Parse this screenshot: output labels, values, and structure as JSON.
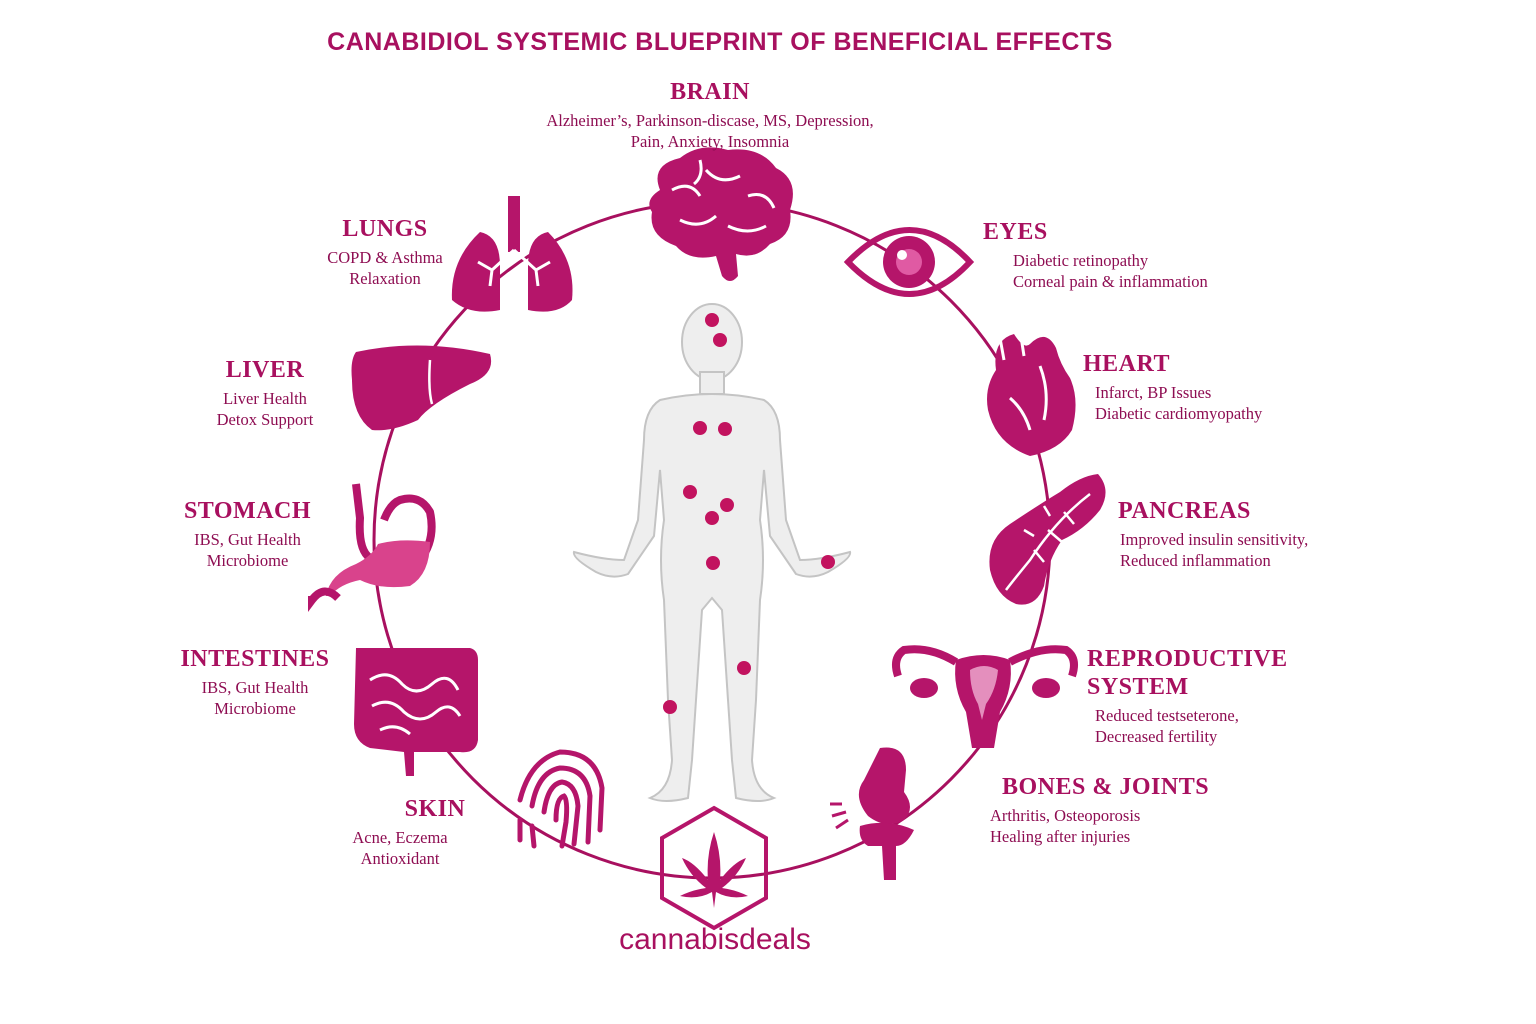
{
  "title": "CANABIDIOL SYSTEMIC BLUEPRINT OF BENEFICIAL EFFECTS",
  "brand": "cannabisdeals",
  "colors": {
    "accent": "#b5156a",
    "dark_accent": "#8e0d52",
    "light_accent": "#e05aa3",
    "body": "#eeeeee",
    "body_outline": "#c9c9c9"
  },
  "organs": {
    "brain": {
      "name": "BRAIN",
      "lines": [
        "Alzheimer’s, Parkinson-discase, MS, Depression,",
        "Pain, Anxiety, Insomnia"
      ],
      "icon": "brain-icon"
    },
    "lungs": {
      "name": "LUNGS",
      "lines": [
        "COPD & Asthma",
        "Relaxation"
      ],
      "icon": "lungs-icon"
    },
    "eyes": {
      "name": "EYES",
      "lines": [
        "Diabetic retinopathy",
        "Corneal pain & inflammation"
      ],
      "icon": "eye-icon"
    },
    "liver": {
      "name": "LIVER",
      "lines": [
        "Liver Health",
        "Detox Support"
      ],
      "icon": "liver-icon"
    },
    "heart": {
      "name": "HEART",
      "lines": [
        "Infarct, BP Issues",
        "Diabetic cardiomyopathy"
      ],
      "icon": "heart-icon"
    },
    "stomach": {
      "name": "STOMACH",
      "lines": [
        "IBS, Gut Health",
        "Microbiome"
      ],
      "icon": "stomach-icon"
    },
    "pancreas": {
      "name": "PANCREAS",
      "lines": [
        "Improved insulin sensitivity,",
        "Reduced inflammation"
      ],
      "icon": "pancreas-icon"
    },
    "intestines": {
      "name": "INTESTINES",
      "lines": [
        "IBS, Gut Health",
        "Microbiome"
      ],
      "icon": "intestines-icon"
    },
    "reproductive": {
      "name": "REPRODUCTIVE SYSTEM",
      "lines": [
        "Reduced testseterone,",
        "Decreased fertility"
      ],
      "icon": "uterus-icon"
    },
    "skin": {
      "name": "SKIN",
      "lines": [
        "Acne, Eczema",
        "Antioxidant"
      ],
      "icon": "fingerprint-icon"
    },
    "bones": {
      "name": "BONES & JOINTS",
      "lines": [
        "Arthritis, Osteoporosis",
        "Healing after injuries"
      ],
      "icon": "knee-joint-icon"
    }
  }
}
